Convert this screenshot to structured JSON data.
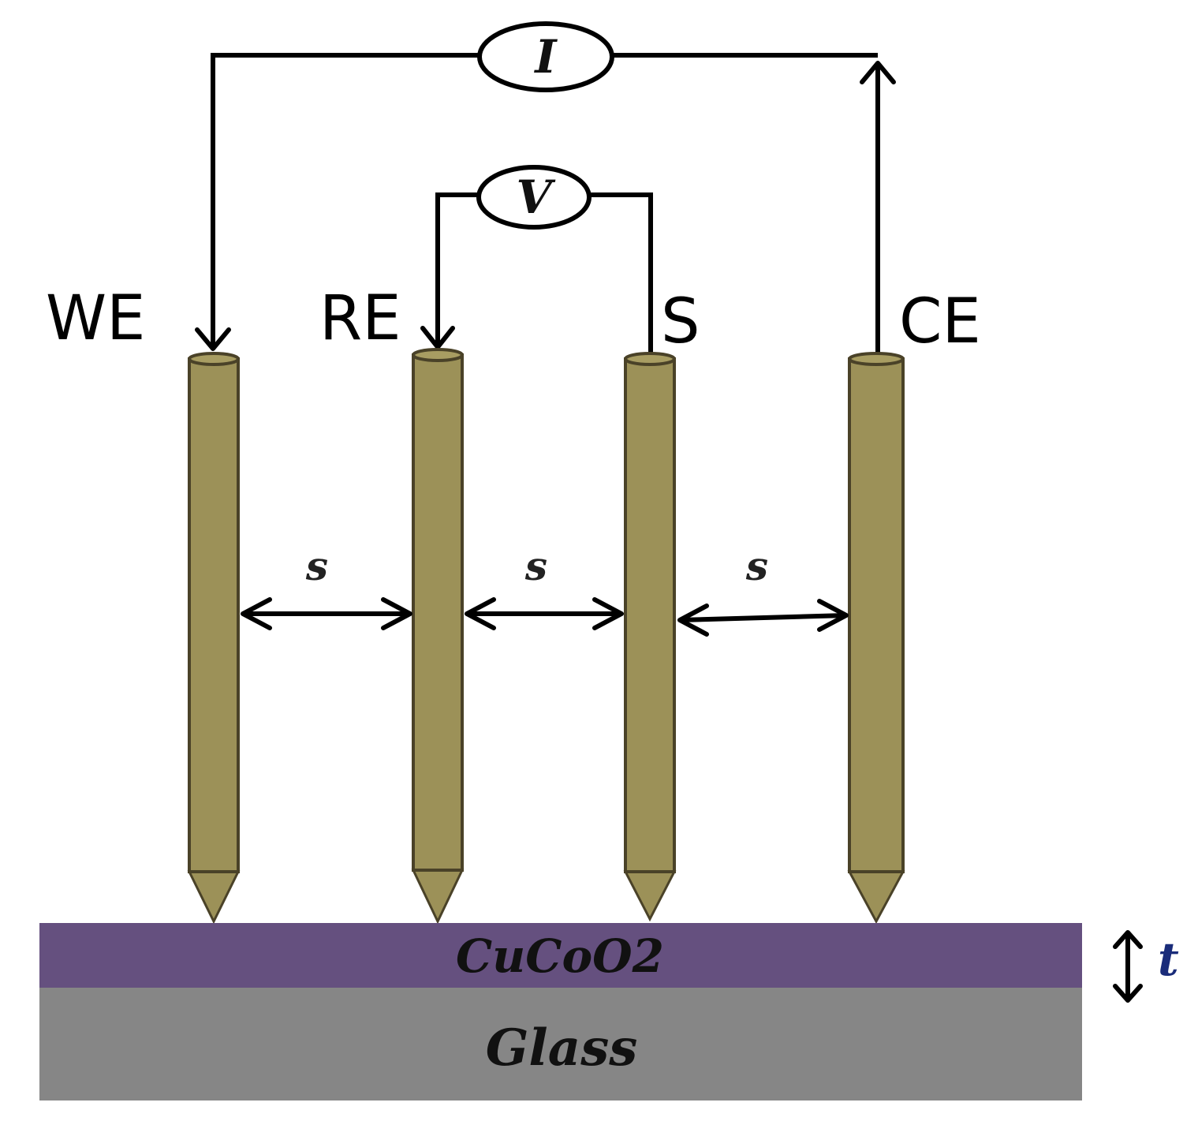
{
  "meters": {
    "current": "I",
    "voltage": "V"
  },
  "probes": [
    {
      "label": "WE"
    },
    {
      "label": "RE"
    },
    {
      "label": "S"
    },
    {
      "label": "CE"
    }
  ],
  "spacing": {
    "label": "s"
  },
  "layers": {
    "film": "CuCoO2",
    "substrate": "Glass"
  },
  "thickness": {
    "label": "t"
  },
  "colors": {
    "probe": "#9c9158",
    "probe_outline": "#4a4228",
    "film": "#65507f",
    "substrate": "#868686",
    "thickness_label": "#1a2c7a"
  }
}
